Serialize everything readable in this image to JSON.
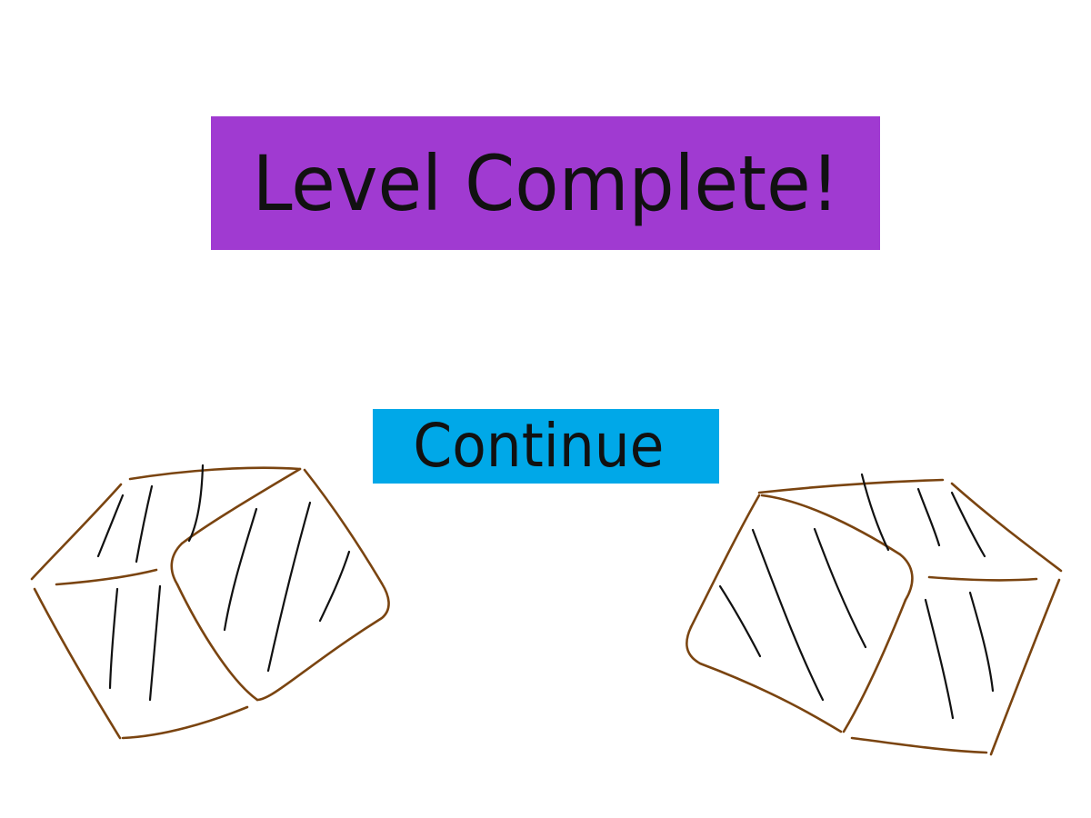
{
  "banner": {
    "title": "Level Complete!",
    "background": "#a03ad1"
  },
  "continue_button": {
    "label": "Continue",
    "background": "#00a8e8"
  },
  "crates": {
    "count": 2,
    "outline_color": "#7a4410",
    "hatch_color": "#111111"
  }
}
